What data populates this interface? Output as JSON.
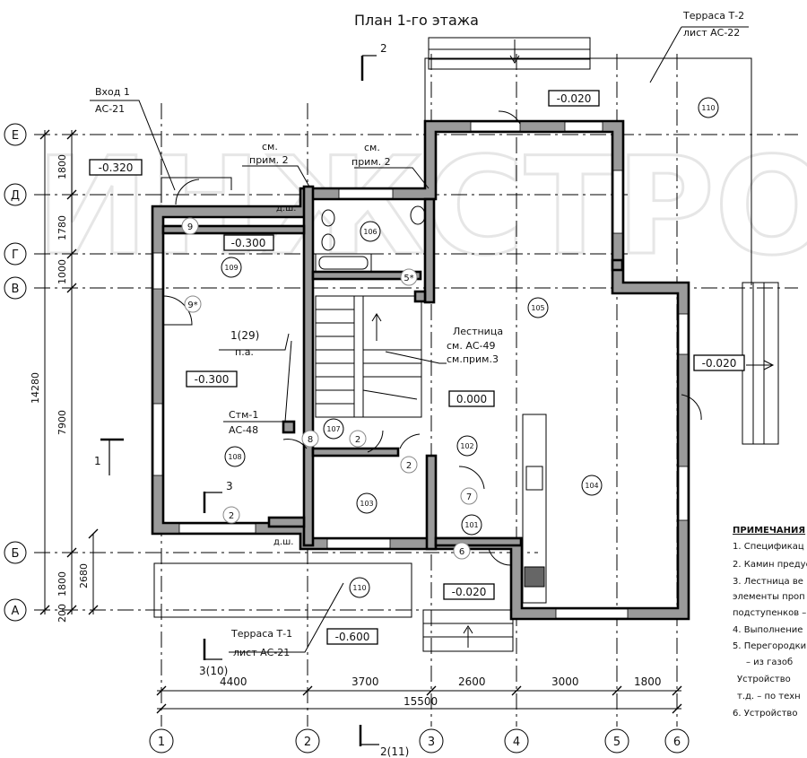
{
  "title": "План 1-го этажа",
  "watermark": "ИНЖСТРОЙ",
  "axes_letters": [
    "Е",
    "Д",
    "Г",
    "В",
    "Б",
    "А"
  ],
  "axes_numbers": [
    "1",
    "2",
    "3",
    "4",
    "5",
    "6"
  ],
  "dims_vertical": [
    "1800",
    "1780",
    "1000",
    "7900",
    "1800",
    "200",
    "2680",
    "14280"
  ],
  "dims_horizontal": [
    "4400",
    "3700",
    "2600",
    "3000",
    "1800",
    "15500"
  ],
  "levels": {
    "vhod": "-0.320",
    "hall": "-0.300",
    "room108": "-0.300",
    "terrace2": "-0.020",
    "east_terrace": "-0.020",
    "south_porch": "-0.020",
    "main": "0.000",
    "terrace1": "-0.600"
  },
  "rooms": [
    "106",
    "109",
    "108",
    "107",
    "103",
    "102",
    "101",
    "105",
    "104",
    "110",
    "110"
  ],
  "doors": [
    "9",
    "9*",
    "5*",
    "8",
    "2",
    "2",
    "7",
    "6",
    "2"
  ],
  "labels": {
    "vhod_line1": "Вход 1",
    "vhod_line2": "АС-21",
    "sm1_line1": "см.",
    "sm1_line2": "прим. 2",
    "sm2_line1": "см.",
    "sm2_line2": "прим. 2",
    "terrace2_line1": "Терраса Т-2",
    "terrace2_line2": "лист АС-22",
    "stair_line1": "Лестница",
    "stair_line2": "см. АС-49",
    "stair_line3": "см.прим.3",
    "node": "1(29)",
    "pa": "п.а.",
    "stm_line1": "Стм-1",
    "stm_line2": "АС-48",
    "terrace1_line1": "Терраса Т-1",
    "terrace1_line2": "лист АС-21",
    "dsh1": "д.ш.",
    "dsh2": "д.ш."
  },
  "sections": {
    "s2_top": "2",
    "s1": "1",
    "s3": "3",
    "s3_10": "3(10)",
    "s2_11": "2(11)"
  },
  "notes": {
    "heading": "ПРИМЕЧАНИЯ",
    "lines": [
      "1. Спецификац",
      "2. Камин предус",
      "3. Лестница ве",
      "элементы проп",
      "подступенков –",
      "4. Выполнение",
      "5. Перегородки",
      "– из газоб",
      "Устройство",
      "т.д. – по техн",
      "6. Устройство"
    ]
  }
}
